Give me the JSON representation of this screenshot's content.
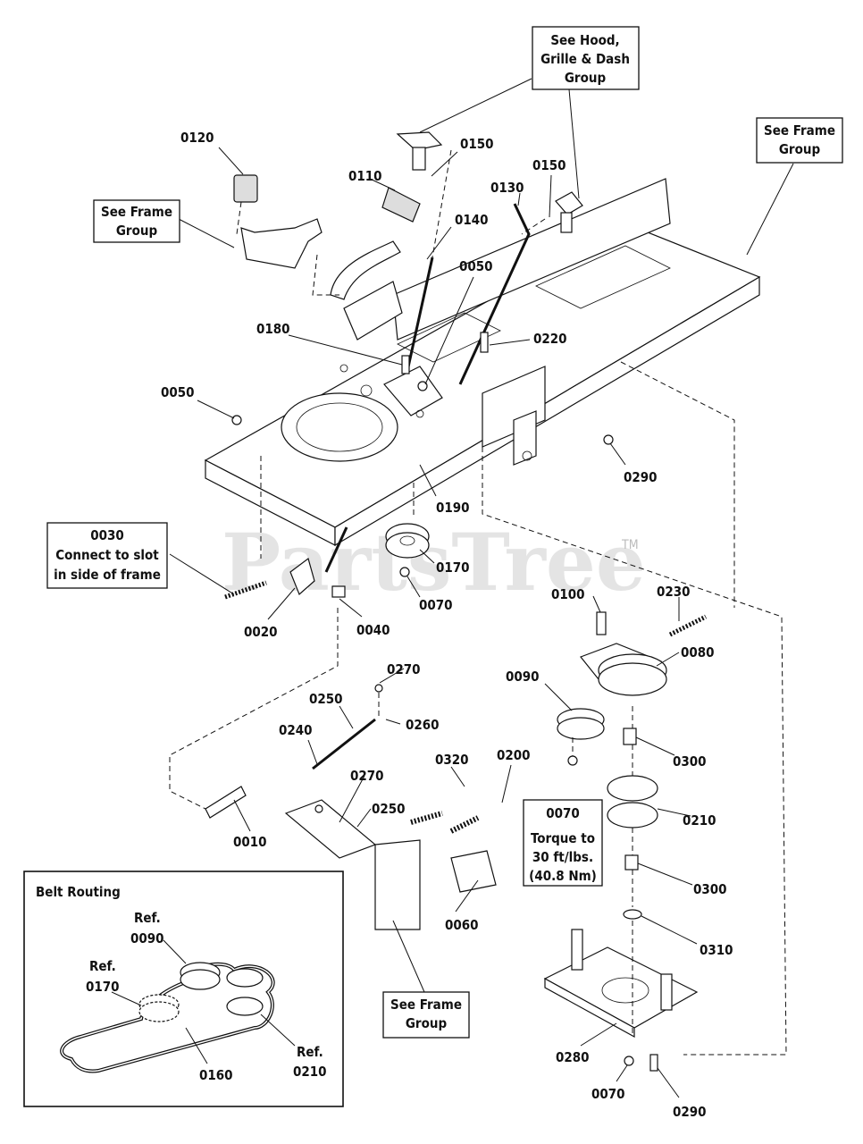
{
  "watermark": {
    "text": "PartsTree",
    "tm": "TM"
  },
  "callouts": {
    "hood": [
      "See Hood,",
      "Grille & Dash",
      "Group"
    ],
    "frame_top_right": [
      "See Frame",
      "Group"
    ],
    "frame_left": [
      "See Frame",
      "Group"
    ],
    "slot": [
      "0030",
      "Connect to slot",
      "in side of frame"
    ],
    "torque": [
      "0070",
      "Torque to",
      "30 ft/lbs.",
      "(40.8 Nm)"
    ],
    "frame_bottom": [
      "See Frame",
      "Group"
    ]
  },
  "parts": {
    "p0120": "0120",
    "p0150a": "0150",
    "p0150b": "0150",
    "p0110": "0110",
    "p0130": "0130",
    "p0140": "0140",
    "p0050a": "0050",
    "p0050b": "0050",
    "p0220": "0220",
    "p0180": "0180",
    "p0290a": "0290",
    "p0190": "0190",
    "p0170": "0170",
    "p0070a": "0070",
    "p0020": "0020",
    "p0040": "0040",
    "p0100": "0100",
    "p0230": "0230",
    "p0080": "0080",
    "p0090": "0090",
    "p0300a": "0300",
    "p0210": "0210",
    "p0300b": "0300",
    "p0310": "0310",
    "p0270a": "0270",
    "p0250a": "0250",
    "p0260": "0260",
    "p0240": "0240",
    "p0320": "0320",
    "p0200": "0200",
    "p0270b": "0270",
    "p0250b": "0250",
    "p0010": "0010",
    "p0060": "0060",
    "p0280": "0280",
    "p0070c": "0070",
    "p0290b": "0290"
  },
  "belt_routing": {
    "title": "Belt Routing",
    "ref_0090": [
      "Ref.",
      "0090"
    ],
    "ref_0170": [
      "Ref.",
      "0170"
    ],
    "ref_0210": [
      "Ref.",
      "0210"
    ],
    "belt": "0160"
  }
}
